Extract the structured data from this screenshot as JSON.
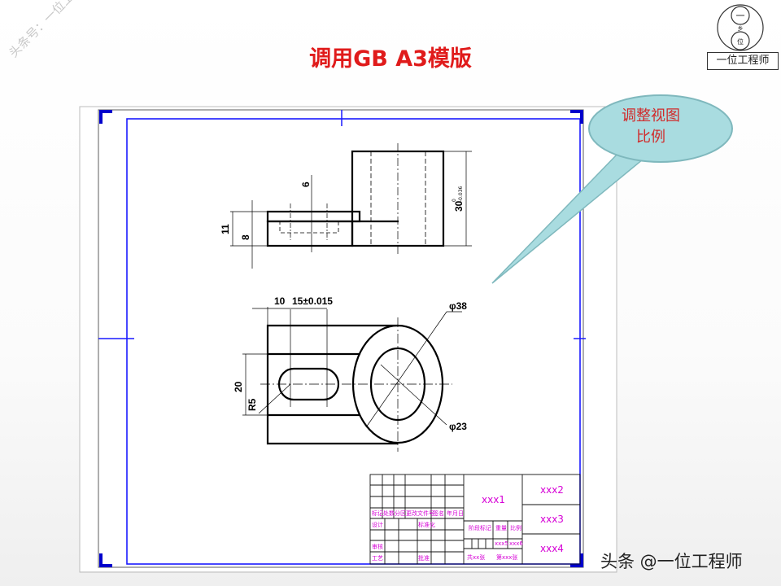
{
  "slide": {
    "title": "调用GB A3模版",
    "watermark": "头条号：一位工程师",
    "logo": {
      "top_circle": "一",
      "middle": "乡",
      "bottom_circle": "位",
      "label": "一位工程师"
    },
    "callout": {
      "line1": "调整视图",
      "line2": "比例",
      "fill": "#a9dce0",
      "text_color": "#d12a2a"
    },
    "footer": "头条 @一位工程师"
  },
  "drawing": {
    "frame_color": "#1a1aff",
    "front_view_dims": {
      "height_11": "11",
      "height_8": "8",
      "depth_6": "6",
      "height_30": "30",
      "tol_upper": "0",
      "tol_lower": "-0.036"
    },
    "top_view_dims": {
      "d10": "10",
      "d15": "15±0.015",
      "d20": "20",
      "r5": "R5",
      "dia38": "φ38",
      "dia23": "φ23"
    },
    "title_block": {
      "name": "xxx1",
      "material": "xxx2",
      "drawing_no": "xxx3",
      "company": "xxx4",
      "weight": "xxx5",
      "scale": "xxx6",
      "sheets": "共xx张",
      "sheet_no": "第xxx张",
      "row_labels": [
        "标记",
        "处数",
        "分区",
        "更改文件号",
        "签名",
        "年月日"
      ],
      "designer": "设计",
      "standardize": "标准化",
      "check": "审核",
      "process": "工艺",
      "approve": "批准",
      "stage_mark": "阶段标记",
      "weight_label": "重量",
      "scale_label": "比例"
    }
  }
}
